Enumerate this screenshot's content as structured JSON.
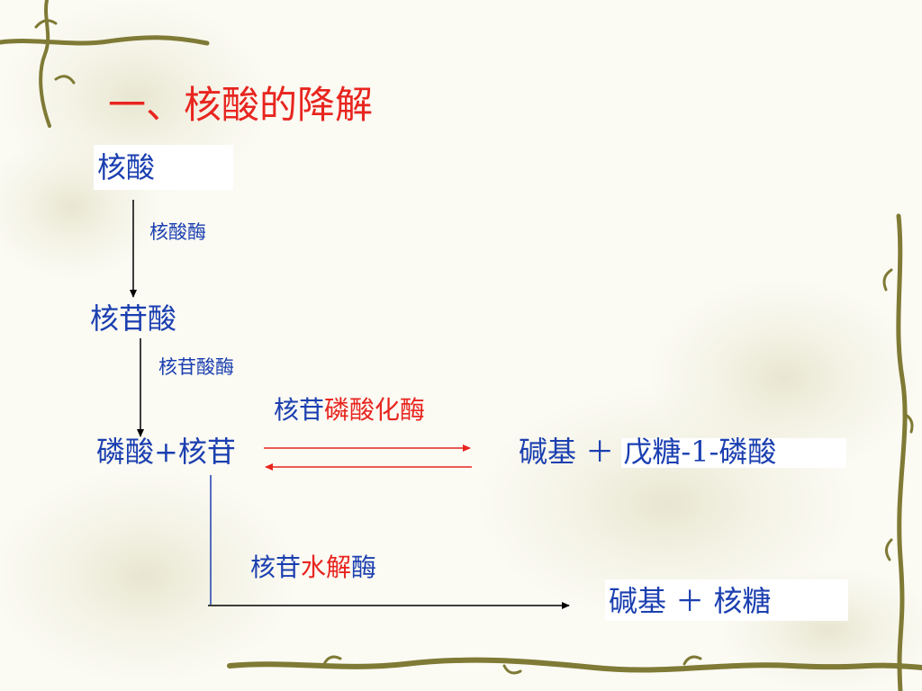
{
  "title": "一、核酸的降解",
  "nodes": {
    "nucleic_acid": "核酸",
    "nucleotide": "核苷酸",
    "phosphate_nucleoside": "磷酸+核苷",
    "base_pentose_phosphate": "碱基 ＋ 戊糖-1-磷酸",
    "base_ribose": "碱基 ＋ 核糖"
  },
  "enzymes": {
    "nuclease": "核酸酶",
    "nucleotidase": "核苷酸酶",
    "phosphorylase_prefix": "核苷",
    "phosphorylase_highlight": "磷酸化酶",
    "hydrolase_prefix": "核苷",
    "hydrolase_highlight": "水解",
    "hydrolase_suffix": "酶"
  },
  "colors": {
    "title": "#e8251f",
    "text": "#1b3fb0",
    "highlight": "#e8251f",
    "arrow_black": "#000000",
    "arrow_red": "#e8251f",
    "arrow_blue": "#1b3fb0"
  },
  "background": {
    "decoration": "vine-border-icon"
  }
}
